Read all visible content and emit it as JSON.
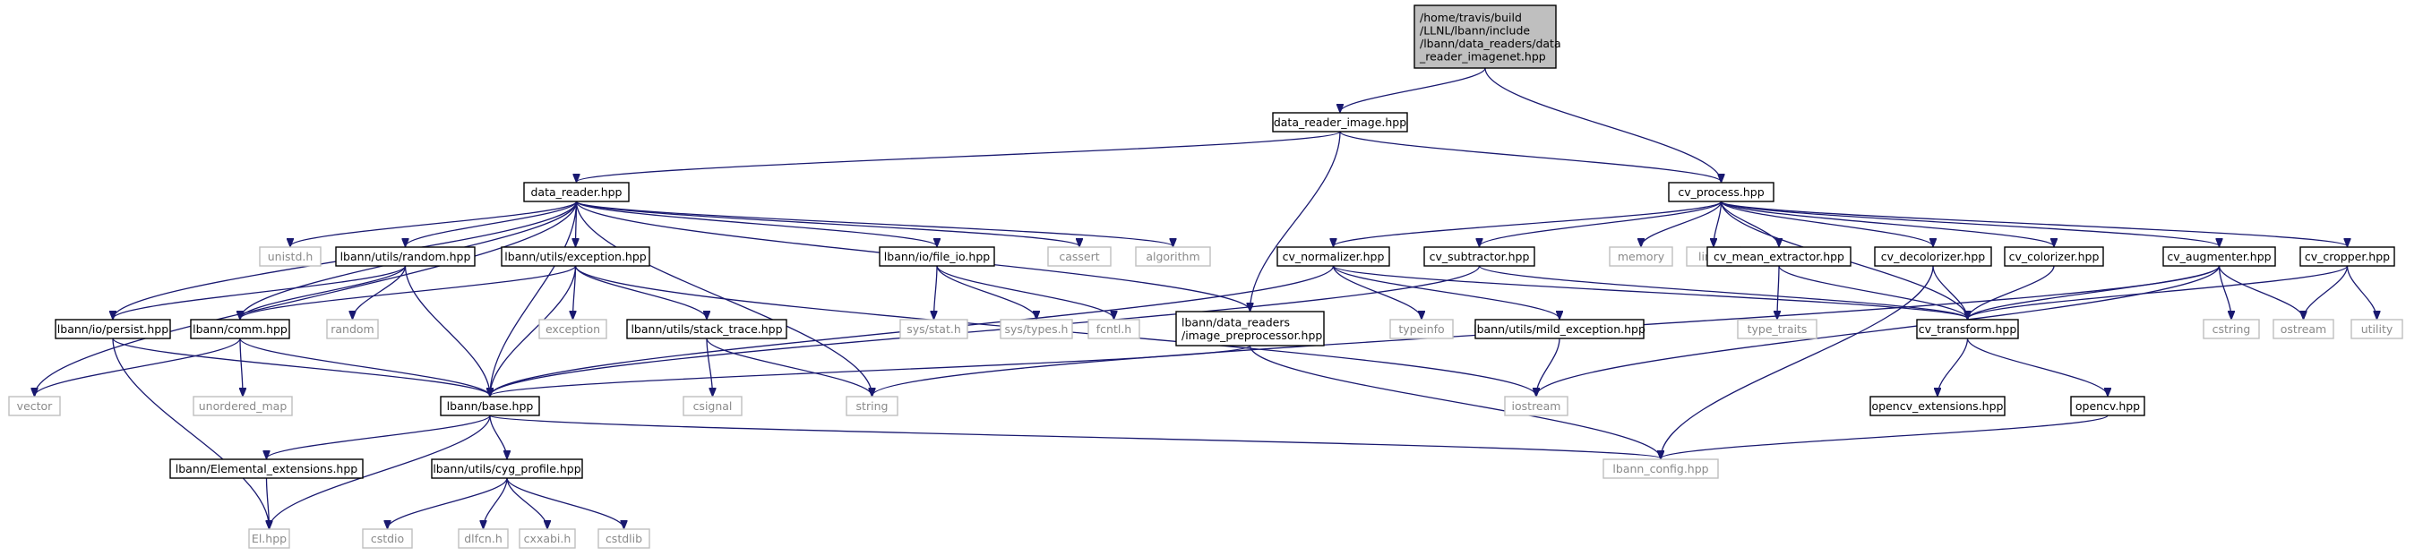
{
  "diagram": {
    "type": "include-dependency-graph",
    "colors": {
      "edge": "#191970",
      "focus_fill": "#bfbfbf",
      "border": "#000000",
      "system_border": "#bfbfbf",
      "system_text": "#8a8a8a"
    },
    "nodes": [
      {
        "id": "root",
        "kind": "focus",
        "lines": [
          "/home/travis/build",
          "/LLNL/lbann/include",
          "/lbann/data_readers/data",
          "_reader_imagenet.hpp"
        ]
      },
      {
        "id": "dri",
        "kind": "file",
        "lines": [
          "data_reader_image.hpp"
        ]
      },
      {
        "id": "dr",
        "kind": "file",
        "lines": [
          "data_reader.hpp"
        ]
      },
      {
        "id": "cvp",
        "kind": "file",
        "lines": [
          "cv_process.hpp"
        ]
      },
      {
        "id": "unistd",
        "kind": "system",
        "lines": [
          "unistd.h"
        ]
      },
      {
        "id": "random_hpp",
        "kind": "file",
        "lines": [
          "lbann/utils/random.hpp"
        ]
      },
      {
        "id": "exception_hpp",
        "kind": "file",
        "lines": [
          "lbann/utils/exception.hpp"
        ]
      },
      {
        "id": "file_io",
        "kind": "file",
        "lines": [
          "lbann/io/file_io.hpp"
        ]
      },
      {
        "id": "cassert",
        "kind": "system",
        "lines": [
          "cassert"
        ]
      },
      {
        "id": "algorithm",
        "kind": "system",
        "lines": [
          "algorithm"
        ]
      },
      {
        "id": "cvnorm",
        "kind": "file",
        "lines": [
          "cv_normalizer.hpp"
        ]
      },
      {
        "id": "cvsub",
        "kind": "file",
        "lines": [
          "cv_subtractor.hpp"
        ]
      },
      {
        "id": "memory",
        "kind": "system",
        "lines": [
          "memory"
        ]
      },
      {
        "id": "limits",
        "kind": "system",
        "lines": [
          "limits"
        ]
      },
      {
        "id": "cvmean",
        "kind": "file",
        "lines": [
          "cv_mean_extractor.hpp"
        ]
      },
      {
        "id": "cvdecol",
        "kind": "file",
        "lines": [
          "cv_decolorizer.hpp"
        ]
      },
      {
        "id": "cvcol",
        "kind": "file",
        "lines": [
          "cv_colorizer.hpp"
        ]
      },
      {
        "id": "cvaug",
        "kind": "file",
        "lines": [
          "cv_augmenter.hpp"
        ]
      },
      {
        "id": "cvcrop",
        "kind": "file",
        "lines": [
          "cv_cropper.hpp"
        ]
      },
      {
        "id": "persist",
        "kind": "file",
        "lines": [
          "lbann/io/persist.hpp"
        ]
      },
      {
        "id": "comm",
        "kind": "file",
        "lines": [
          "lbann/comm.hpp"
        ]
      },
      {
        "id": "random_sys",
        "kind": "system",
        "lines": [
          "random"
        ]
      },
      {
        "id": "exception_sys",
        "kind": "system",
        "lines": [
          "exception"
        ]
      },
      {
        "id": "stack_trace",
        "kind": "file",
        "lines": [
          "lbann/utils/stack_trace.hpp"
        ]
      },
      {
        "id": "sysstat",
        "kind": "system",
        "lines": [
          "sys/stat.h"
        ]
      },
      {
        "id": "systypes",
        "kind": "system",
        "lines": [
          "sys/types.h"
        ]
      },
      {
        "id": "fcntl",
        "kind": "system",
        "lines": [
          "fcntl.h"
        ]
      },
      {
        "id": "imgpre",
        "kind": "file",
        "lines": [
          "lbann/data_readers",
          "/image_preprocessor.hpp"
        ]
      },
      {
        "id": "typeinfo",
        "kind": "system",
        "lines": [
          "typeinfo"
        ]
      },
      {
        "id": "mild_exc",
        "kind": "file",
        "lines": [
          "lbann/utils/mild_exception.hpp"
        ]
      },
      {
        "id": "type_traits",
        "kind": "system",
        "lines": [
          "type_traits"
        ]
      },
      {
        "id": "cvtrans",
        "kind": "file",
        "lines": [
          "cv_transform.hpp"
        ]
      },
      {
        "id": "cstring",
        "kind": "system",
        "lines": [
          "cstring"
        ]
      },
      {
        "id": "ostream",
        "kind": "system",
        "lines": [
          "ostream"
        ]
      },
      {
        "id": "utility",
        "kind": "system",
        "lines": [
          "utility"
        ]
      },
      {
        "id": "vector",
        "kind": "system",
        "lines": [
          "vector"
        ]
      },
      {
        "id": "unordered_map",
        "kind": "system",
        "lines": [
          "unordered_map"
        ]
      },
      {
        "id": "base",
        "kind": "file",
        "lines": [
          "lbann/base.hpp"
        ]
      },
      {
        "id": "csignal",
        "kind": "system",
        "lines": [
          "csignal"
        ]
      },
      {
        "id": "string",
        "kind": "system",
        "lines": [
          "string"
        ]
      },
      {
        "id": "iostream",
        "kind": "system",
        "lines": [
          "iostream"
        ]
      },
      {
        "id": "opencv_ext",
        "kind": "file",
        "lines": [
          "opencv_extensions.hpp"
        ]
      },
      {
        "id": "opencv",
        "kind": "file",
        "lines": [
          "opencv.hpp"
        ]
      },
      {
        "id": "elem_ext",
        "kind": "file",
        "lines": [
          "lbann/Elemental_extensions.hpp"
        ]
      },
      {
        "id": "cyg",
        "kind": "file",
        "lines": [
          "lbann/utils/cyg_profile.hpp"
        ]
      },
      {
        "id": "lbann_config",
        "kind": "system",
        "lines": [
          "lbann_config.hpp"
        ]
      },
      {
        "id": "el",
        "kind": "system",
        "lines": [
          "El.hpp"
        ]
      },
      {
        "id": "cstdio",
        "kind": "system",
        "lines": [
          "cstdio"
        ]
      },
      {
        "id": "dlfcn",
        "kind": "system",
        "lines": [
          "dlfcn.h"
        ]
      },
      {
        "id": "cxxabi",
        "kind": "system",
        "lines": [
          "cxxabi.h"
        ]
      },
      {
        "id": "cstdlib",
        "kind": "system",
        "lines": [
          "cstdlib"
        ]
      }
    ],
    "edges": [
      [
        "root",
        "dri"
      ],
      [
        "root",
        "cvp"
      ],
      [
        "dri",
        "dr"
      ],
      [
        "dri",
        "imgpre"
      ],
      [
        "dri",
        "cvp"
      ],
      [
        "dr",
        "vector"
      ],
      [
        "dr",
        "unistd"
      ],
      [
        "dr",
        "random_hpp"
      ],
      [
        "dr",
        "exception_hpp"
      ],
      [
        "dr",
        "file_io"
      ],
      [
        "dr",
        "cassert"
      ],
      [
        "dr",
        "algorithm"
      ],
      [
        "dr",
        "persist"
      ],
      [
        "dr",
        "comm"
      ],
      [
        "dr",
        "base"
      ],
      [
        "dr",
        "string"
      ],
      [
        "dr",
        "imgpre"
      ],
      [
        "random_hpp",
        "persist"
      ],
      [
        "random_hpp",
        "comm"
      ],
      [
        "random_hpp",
        "random_sys"
      ],
      [
        "random_hpp",
        "base"
      ],
      [
        "exception_hpp",
        "comm"
      ],
      [
        "exception_hpp",
        "base"
      ],
      [
        "exception_hpp",
        "exception_sys"
      ],
      [
        "exception_hpp",
        "stack_trace"
      ],
      [
        "exception_hpp",
        "iostream"
      ],
      [
        "file_io",
        "sysstat"
      ],
      [
        "file_io",
        "systypes"
      ],
      [
        "file_io",
        "fcntl"
      ],
      [
        "persist",
        "base"
      ],
      [
        "persist",
        "el"
      ],
      [
        "comm",
        "vector"
      ],
      [
        "comm",
        "unordered_map"
      ],
      [
        "comm",
        "base"
      ],
      [
        "stack_trace",
        "csignal"
      ],
      [
        "stack_trace",
        "string"
      ],
      [
        "imgpre",
        "base"
      ],
      [
        "imgpre",
        "lbann_config"
      ],
      [
        "cvp",
        "cvnorm"
      ],
      [
        "cvp",
        "cvsub"
      ],
      [
        "cvp",
        "memory"
      ],
      [
        "cvp",
        "limits"
      ],
      [
        "cvp",
        "cvmean"
      ],
      [
        "cvp",
        "cvdecol"
      ],
      [
        "cvp",
        "cvcol"
      ],
      [
        "cvp",
        "cvaug"
      ],
      [
        "cvp",
        "cvcrop"
      ],
      [
        "cvp",
        "cvtrans"
      ],
      [
        "cvnorm",
        "typeinfo"
      ],
      [
        "cvnorm",
        "mild_exc"
      ],
      [
        "cvnorm",
        "cvtrans"
      ],
      [
        "cvnorm",
        "base"
      ],
      [
        "cvsub",
        "cvtrans"
      ],
      [
        "cvsub",
        "base"
      ],
      [
        "cvmean",
        "type_traits"
      ],
      [
        "cvmean",
        "cvtrans"
      ],
      [
        "cvdecol",
        "cvtrans"
      ],
      [
        "cvdecol",
        "lbann_config"
      ],
      [
        "cvcol",
        "cvtrans"
      ],
      [
        "cvaug",
        "cvtrans"
      ],
      [
        "cvaug",
        "cstring"
      ],
      [
        "cvaug",
        "ostream"
      ],
      [
        "cvaug",
        "string"
      ],
      [
        "cvaug",
        "iostream"
      ],
      [
        "cvcrop",
        "cvtrans"
      ],
      [
        "cvcrop",
        "ostream"
      ],
      [
        "cvcrop",
        "utility"
      ],
      [
        "mild_exc",
        "iostream"
      ],
      [
        "cvtrans",
        "opencv_ext"
      ],
      [
        "cvtrans",
        "opencv"
      ],
      [
        "opencv",
        "lbann_config"
      ],
      [
        "base",
        "elem_ext"
      ],
      [
        "base",
        "cyg"
      ],
      [
        "base",
        "el"
      ],
      [
        "base",
        "lbann_config"
      ],
      [
        "elem_ext",
        "el"
      ],
      [
        "cyg",
        "cstdio"
      ],
      [
        "cyg",
        "dlfcn"
      ],
      [
        "cyg",
        "cxxabi"
      ],
      [
        "cyg",
        "cstdlib"
      ]
    ]
  }
}
